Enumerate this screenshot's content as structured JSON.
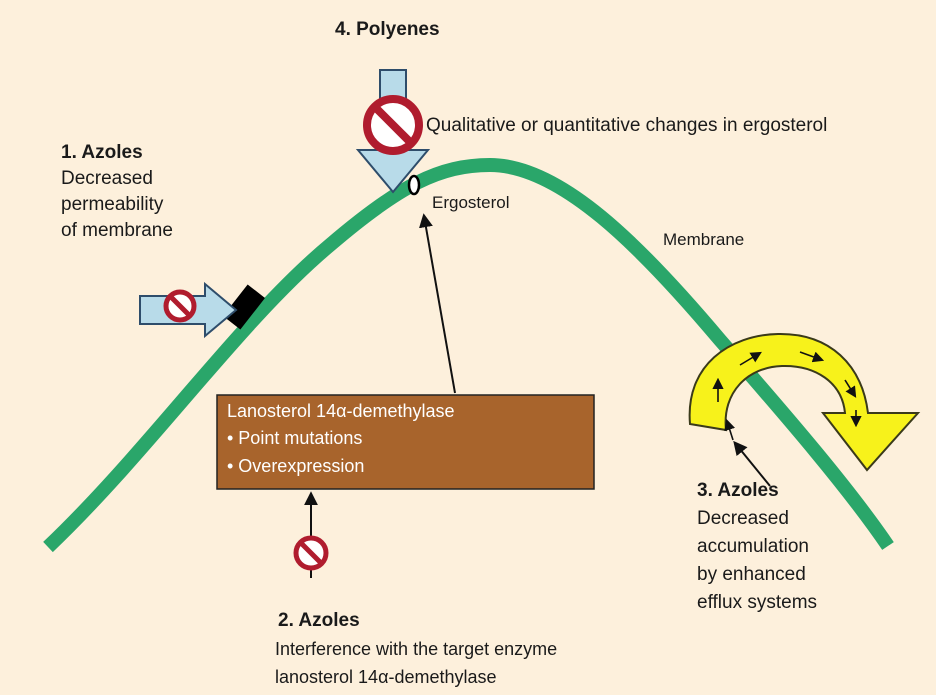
{
  "colors": {
    "background": "#fdf0dc",
    "membrane": "#2aa66a",
    "blocked_arrow": "#b8dbe9",
    "no_sign": "#b01c2e",
    "enzyme_box": "#a8642c",
    "efflux_pump": "#f7f21b"
  },
  "icons": {
    "inhibitor": "prohibition-sign-icon",
    "entry": "right-arrow-icon",
    "polyene_arrow": "down-arrow-icon",
    "pump": "curved-arrow-icon"
  },
  "labels": {
    "polyenes_title": "4. Polyenes",
    "polyenes_desc": "Qualitative or quantitative changes in ergosterol",
    "ergosterol": "Ergosterol",
    "membrane": "Membrane",
    "azoles1_title": "1. Azoles",
    "azoles1_desc": [
      "Decreased",
      "permeability",
      "of membrane"
    ],
    "enzyme_box": {
      "title": "Lanosterol 14α-demethylase",
      "bullets": [
        "• Point mutations",
        "• Overexpression"
      ]
    },
    "azoles2_title": "2. Azoles",
    "azoles2_desc": [
      "Interference with the target enzyme",
      "lanosterol 14α-demethylase"
    ],
    "azoles3_title": "3. Azoles",
    "azoles3_desc": [
      "Decreased",
      "accumulation",
      "by enhanced",
      "efflux systems"
    ]
  }
}
